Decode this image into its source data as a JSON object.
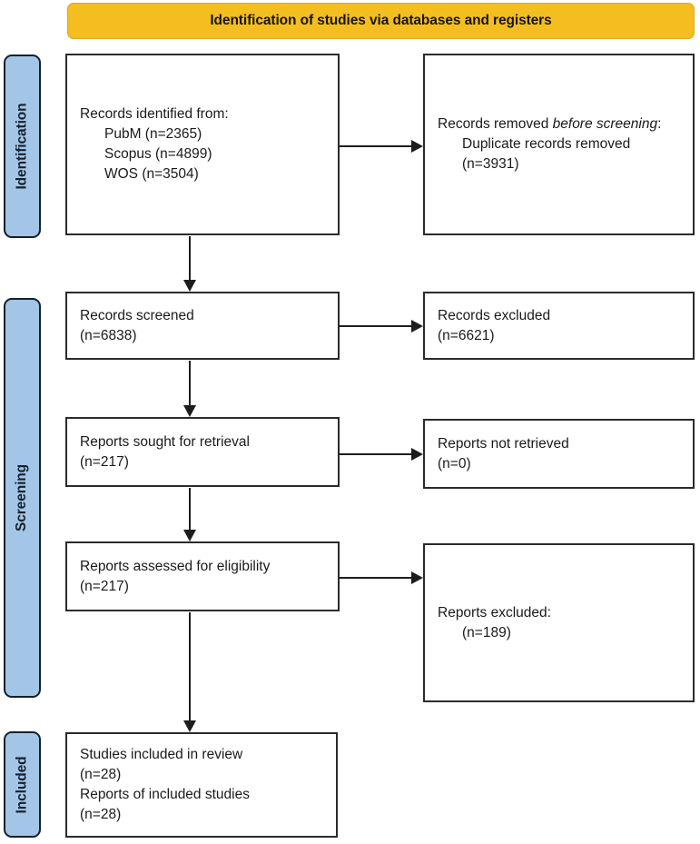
{
  "banner": {
    "title": "Identification of studies via databases and registers",
    "fill_color": "#F5BE20",
    "border_color": "#D8A824"
  },
  "stages": [
    {
      "key": "identification",
      "label": "Identification",
      "fill_color": "#A3C6E8",
      "border_color": "#15202B"
    },
    {
      "key": "screening",
      "label": "Screening",
      "fill_color": "#A3C6E8",
      "border_color": "#15202B"
    },
    {
      "key": "included",
      "label": "Included",
      "fill_color": "#A3C6E8",
      "border_color": "#15202B"
    }
  ],
  "boxes": {
    "identified": {
      "title": "Records identified from:",
      "sources": [
        {
          "name": "PubM",
          "count": 2365,
          "text": "PubM (n=2365)"
        },
        {
          "name": "Scopus",
          "count": 4899,
          "text": "Scopus (n=4899)"
        },
        {
          "name": "WOS",
          "count": 3504,
          "text": "WOS (n=3504)"
        }
      ]
    },
    "removed_before_screening": {
      "title_plain": "Records removed ",
      "title_italic": "before screening",
      "title_suffix": ":",
      "detail_label": "Duplicate records removed",
      "detail_count": "(n=3931)"
    },
    "records_screened": {
      "label": "Records screened",
      "count": "(n=6838)"
    },
    "records_excluded": {
      "label": "Records excluded",
      "count": "(n=6621)"
    },
    "reports_sought": {
      "label": "Reports sought for retrieval",
      "count": "(n=217)"
    },
    "reports_not_retrieved": {
      "label": "Reports not retrieved",
      "count": "(n=0)"
    },
    "reports_assessed": {
      "label": "Reports assessed for eligibility",
      "count": "(n=217)"
    },
    "reports_excluded": {
      "label": "Reports excluded:",
      "count": "(n=189)"
    },
    "studies_included": {
      "studies_label": "Studies included in review",
      "studies_count": "(n=28)",
      "reports_label": "Reports of included studies",
      "reports_count": "(n=28)"
    }
  }
}
